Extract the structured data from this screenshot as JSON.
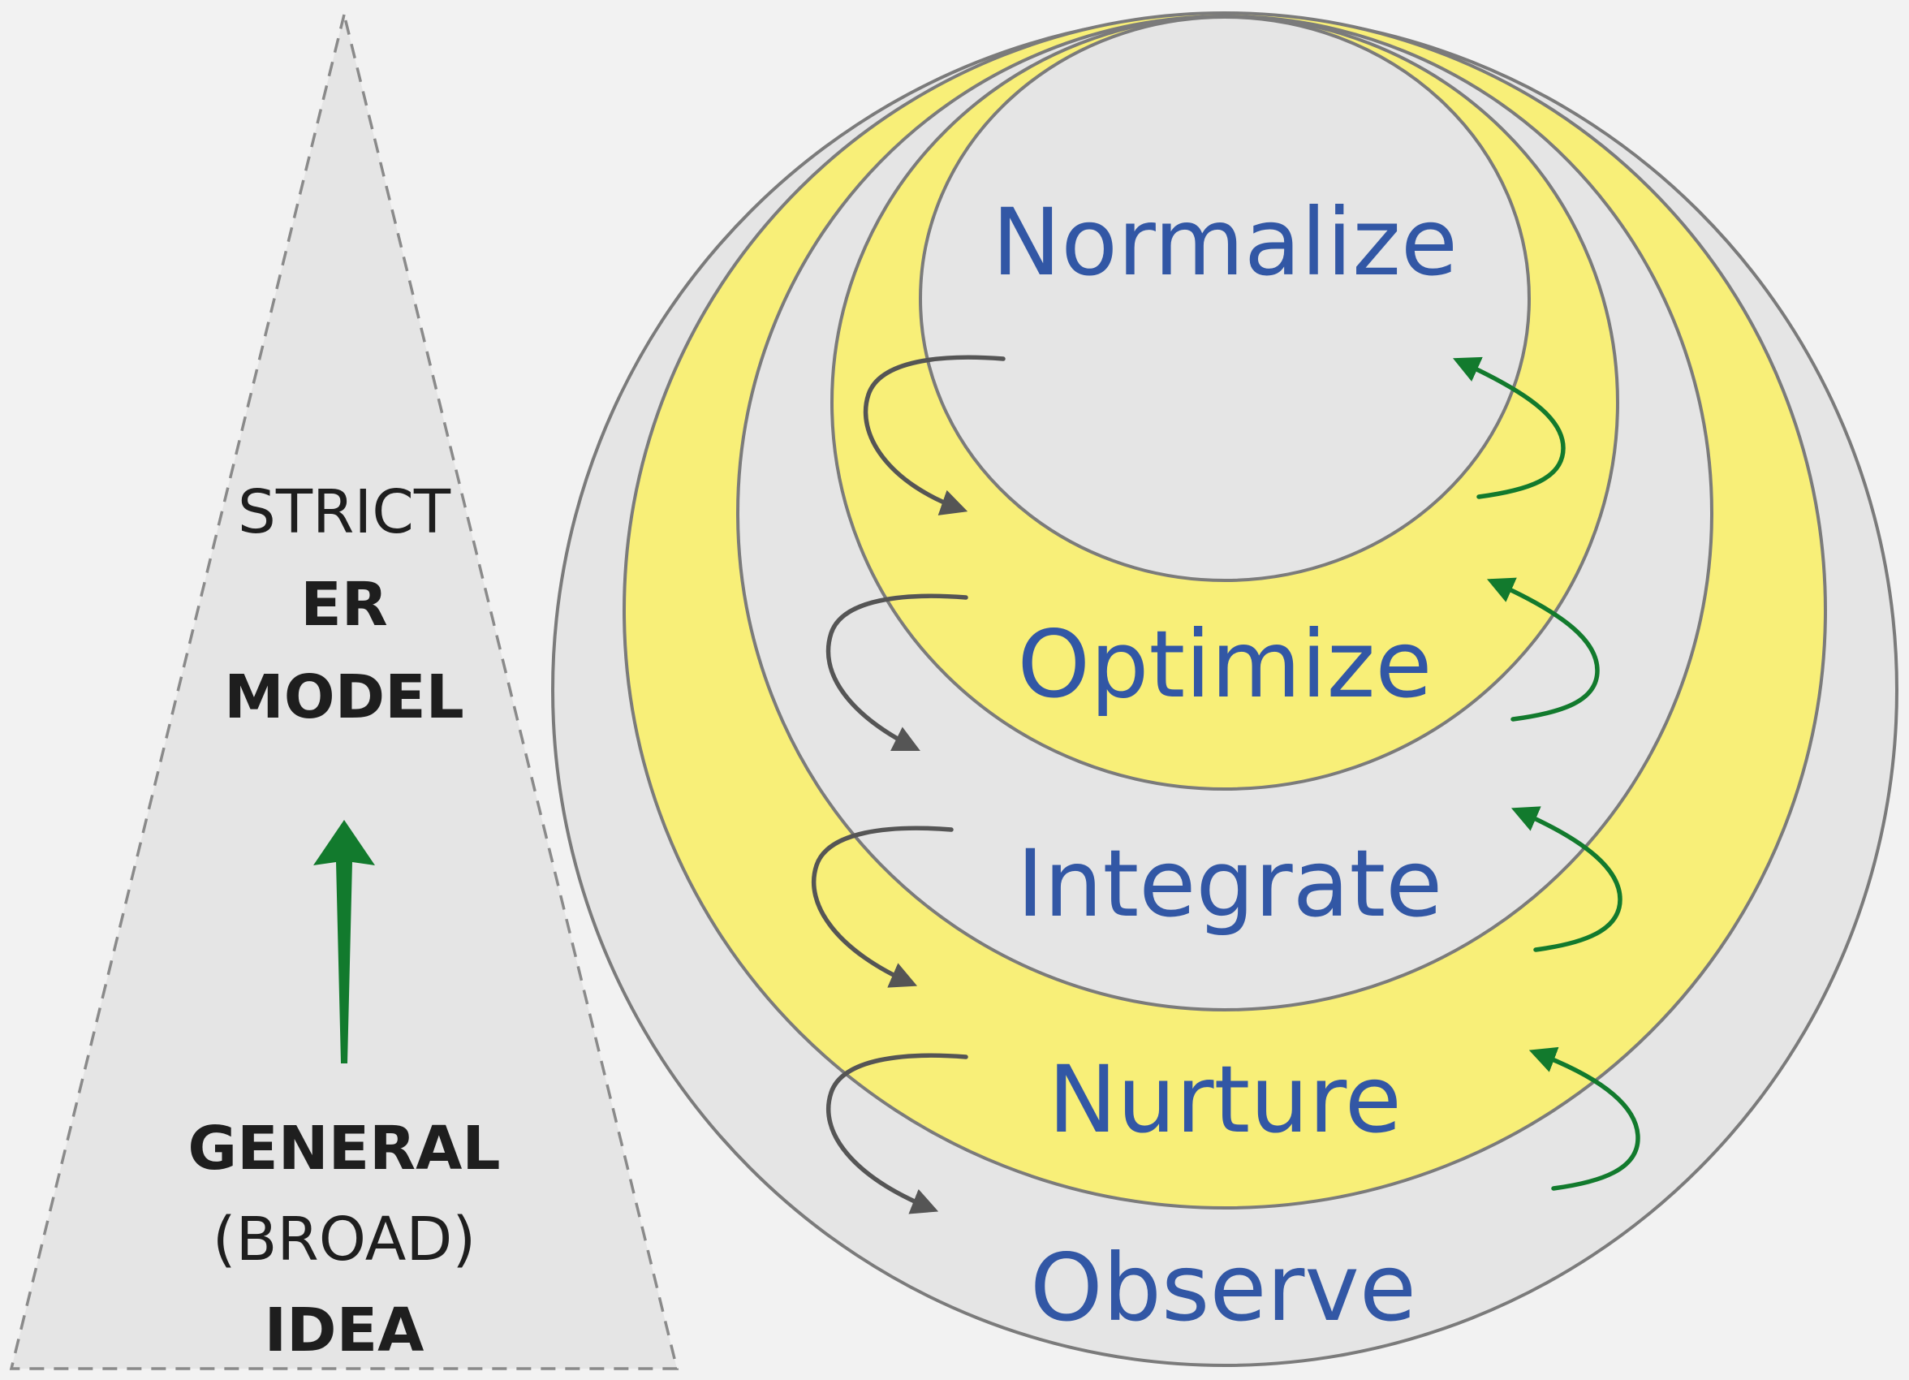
{
  "colors": {
    "background": "#f2f2f2",
    "gray_ring": "#e5e5e5",
    "yellow_ring": "#f8ef78",
    "ring_outline": "#7b7b7b",
    "label_blue": "#3257a5",
    "arrow_green": "#127a2d",
    "arrow_gray": "#555555",
    "triangle_text": "#1e1e1e"
  },
  "triangle": {
    "top": {
      "line1": "STRICT",
      "line2": "ER",
      "line3": "MODEL"
    },
    "bottom": {
      "line1": "GENERAL",
      "line2": "(BROAD)",
      "line3": "IDEA"
    },
    "arrow_icon": "up-arrow-icon"
  },
  "stages": {
    "normalize": "Normalize",
    "optimize": "Optimize",
    "integrate": "Integrate",
    "nurture": "Nurture",
    "observe": "Observe"
  }
}
